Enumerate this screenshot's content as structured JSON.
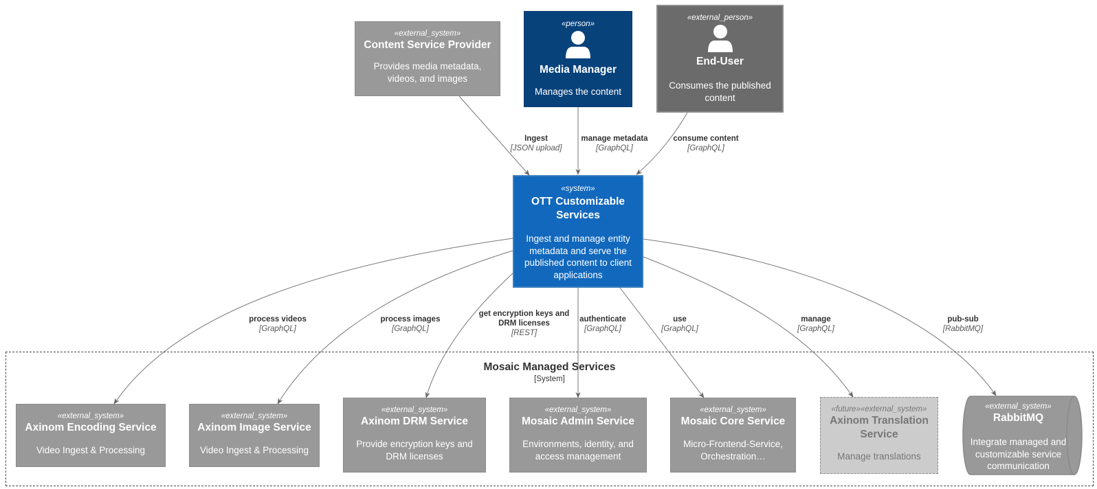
{
  "elements": {
    "csp": {
      "stereotype": "«external_system»",
      "name": "Content Service Provider",
      "description": "Provides media metadata, videos, and images"
    },
    "mm": {
      "stereotype": "«person»",
      "name": "Media Manager",
      "description": "Manages the content"
    },
    "eu": {
      "stereotype": "«external_person»",
      "name": "End-User",
      "description": "Consumes the published content"
    },
    "ott": {
      "stereotype": "«system»",
      "name": "OTT Customizable Services",
      "description": "Ingest and manage entity metadata and serve the published content to client applications"
    },
    "enc": {
      "stereotype": "«external_system»",
      "name": "Axinom Encoding Service",
      "description": "Video Ingest & Processing"
    },
    "img": {
      "stereotype": "«external_system»",
      "name": "Axinom Image Service",
      "description": "Video Ingest & Processing"
    },
    "drm": {
      "stereotype": "«external_system»",
      "name": "Axinom DRM Service",
      "description": "Provide encryption keys and DRM licenses"
    },
    "admin": {
      "stereotype": "«external_system»",
      "name": "Mosaic Admin Service",
      "description": "Environments, identity, and access management"
    },
    "core": {
      "stereotype": "«external_system»",
      "name": "Mosaic Core Service",
      "description": "Micro-Frontend-Service, Orchestration…"
    },
    "trans": {
      "stereotype": "«future»«external_system»",
      "name": "Axinom Translation Service",
      "description": "Manage translations"
    },
    "rabbit": {
      "stereotype": "«external_system»",
      "name": "RabbitMQ",
      "description": "Integrate managed and customizable service communication"
    }
  },
  "boundary": {
    "title": "Mosaic Managed Services",
    "type": "[System]"
  },
  "relations": {
    "ingest": {
      "label": "Ingest",
      "technology": "[JSON upload]"
    },
    "manage_metadata": {
      "label": "manage metadata",
      "technology": "[GraphQL]"
    },
    "consume": {
      "label": "consume content",
      "technology": "[GraphQL]"
    },
    "videos": {
      "label": "process videos",
      "technology": "[GraphQL]"
    },
    "images": {
      "label": "process images",
      "technology": "[GraphQL]"
    },
    "drm": {
      "label": "get encryption keys and DRM licenses",
      "technology": "[REST]"
    },
    "auth": {
      "label": "authenticate",
      "technology": "[GraphQL]"
    },
    "use": {
      "label": "use",
      "technology": "[GraphQL]"
    },
    "manage": {
      "label": "manage",
      "technology": "[GraphQL]"
    },
    "pubsub": {
      "label": "pub-sub",
      "technology": "[RabbitMQ]"
    }
  },
  "colors": {
    "person": "#08427b",
    "system": "#1168bd",
    "external_system": "#999999",
    "external_person": "#6b6b6b",
    "future": "#cccccc",
    "arrow": "#666666"
  }
}
